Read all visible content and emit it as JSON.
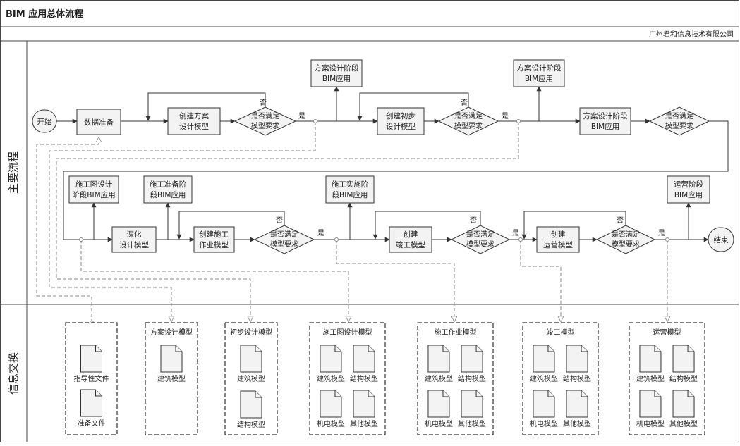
{
  "header": {
    "title": "BIM  应用总体流程",
    "company": "广州君和信息技术有限公司"
  },
  "lanes": {
    "main": "主要流程",
    "info": "信息交换"
  },
  "nodes": {
    "start": "开始",
    "data_prep": "数据准备",
    "scheme_model": [
      "创建方案",
      "设计模型"
    ],
    "dec1": [
      "是否满足",
      "模型要求"
    ],
    "scheme_bim_top": [
      "方案设计阶段",
      "BIM应用"
    ],
    "prelim_model": [
      "创建初步",
      "设计模型"
    ],
    "dec2": [
      "是否满足",
      "模型要求"
    ],
    "prelim_bim_top": [
      "方案设计阶段",
      "BIM应用"
    ],
    "scheme_bim_mid": [
      "方案设计阶段",
      "BIM应用"
    ],
    "dec3": [
      "是否满足",
      "模型要求"
    ],
    "cd_bim": [
      "施工图设计",
      "阶段BIM应用"
    ],
    "prep_bim": [
      "施工准备阶",
      "段BIM应用"
    ],
    "deepen_model": [
      "深化",
      "设计模型"
    ],
    "work_model": [
      "创建施工",
      "作业模型"
    ],
    "dec4": [
      "是否满足",
      "模型要求"
    ],
    "impl_bim": [
      "施工实施阶",
      "段BIM应用"
    ],
    "asbuilt_model": [
      "创建",
      "竣工模型"
    ],
    "dec5": [
      "是否满足",
      "模型要求"
    ],
    "ops_model": [
      "创建",
      "运营模型"
    ],
    "dec6": [
      "是否满足",
      "模型要求"
    ],
    "ops_bim": [
      "运营阶段",
      "BIM应用"
    ],
    "end": "结束"
  },
  "edge_labels": {
    "yes": "是",
    "no": "否"
  },
  "groups": [
    {
      "title": "",
      "docs": [
        "指导性文件",
        "准备文件"
      ]
    },
    {
      "title": "方案设计模型",
      "docs": [
        "建筑模型"
      ]
    },
    {
      "title": "初步设计模型",
      "docs": [
        "建筑模型",
        "结构模型"
      ]
    },
    {
      "title": "施工图设计模型",
      "docs": [
        "建筑模型",
        "结构模型",
        "机电模型",
        "其他模型"
      ]
    },
    {
      "title": "施工作业模型",
      "docs": [
        "建筑模型",
        "结构模型",
        "机电模型",
        "其他模型"
      ]
    },
    {
      "title": "竣工模型",
      "docs": [
        "建筑模型",
        "结构模型",
        "机电模型",
        "其他模型"
      ]
    },
    {
      "title": "运营模型",
      "docs": [
        "建筑模型",
        "结构模型",
        "机电模型",
        "其他模型"
      ]
    }
  ]
}
